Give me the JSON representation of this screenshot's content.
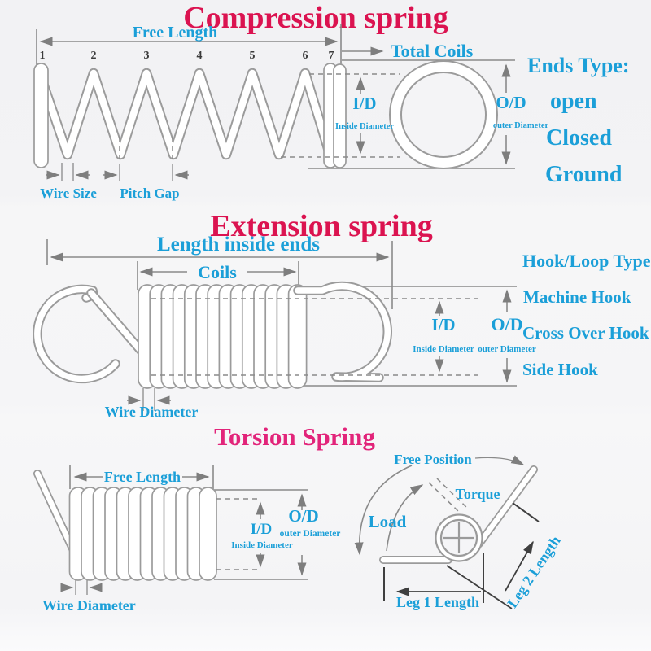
{
  "colors": {
    "title_red": "#db1350",
    "title_pink": "#e2247a",
    "label_blue": "#1b9fd8",
    "line_gray": "#8a8a8a"
  },
  "compression": {
    "title": "Compression spring",
    "free_length": "Free Length",
    "coil_numbers": [
      "1",
      "2",
      "3",
      "4",
      "5",
      "6",
      "7"
    ],
    "wire_size": "Wire Size",
    "pitch_gap": "Pitch Gap",
    "total_coils": "Total Coils",
    "id_label": "I/D",
    "id_sub": "Inside Diameter",
    "od_label": "O/D",
    "od_sub": "outer Diameter",
    "ends_heading": "Ends Type:",
    "ends": [
      "open",
      "Closed",
      "Ground"
    ]
  },
  "extension": {
    "title": "Extension spring",
    "length_inside_ends": "Length inside ends",
    "coils": "Coils",
    "wire_diameter": "Wire Diameter",
    "id_label": "I/D",
    "id_sub": "Inside Diameter",
    "od_label": "O/D",
    "od_sub": "outer Diameter",
    "hook_heading": "Hook/Loop Type:",
    "hooks": [
      "Machine Hook",
      "Cross Over Hook",
      "Side Hook"
    ]
  },
  "torsion": {
    "title": "Torsion Spring",
    "free_length": "Free Length",
    "wire_diameter": "Wire Diameter",
    "id_label": "I/D",
    "id_sub": "Inside Diameter",
    "od_label": "O/D",
    "od_sub": "outer Diameter",
    "free_position": "Free Position",
    "torque": "Torque",
    "load": "Load",
    "leg1": "Leg 1 Length",
    "leg2": "Leg 2 Length"
  }
}
